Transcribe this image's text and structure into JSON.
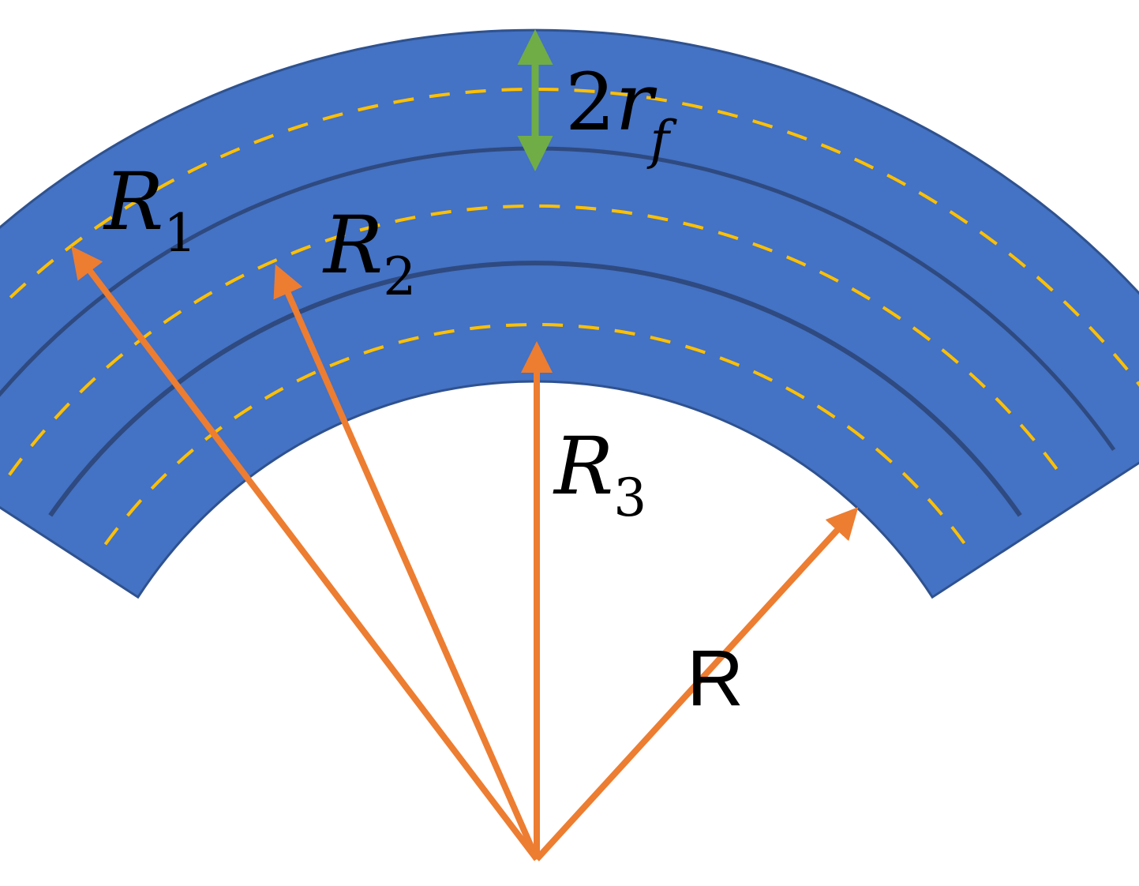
{
  "labels": {
    "r1": {
      "main": "R",
      "sub": "1"
    },
    "r2": {
      "main": "R",
      "sub": "2"
    },
    "r3": {
      "main": "R",
      "sub": "3"
    },
    "r": {
      "main": "R"
    },
    "fiber_width": {
      "coef": "2",
      "main": "r",
      "sub": "f"
    }
  },
  "colors": {
    "band_fill": "#4472C4",
    "band_edge": "#2F528F",
    "layer_divider": "#2E4A80",
    "centerline": "#FFC000",
    "radius_arrow": "#ED7D31",
    "width_arrow": "#70AD47",
    "text": "#000000"
  },
  "icons": {
    "radius_arrow": "arrow-icon",
    "width_arrow": "double-arrow-icon"
  }
}
